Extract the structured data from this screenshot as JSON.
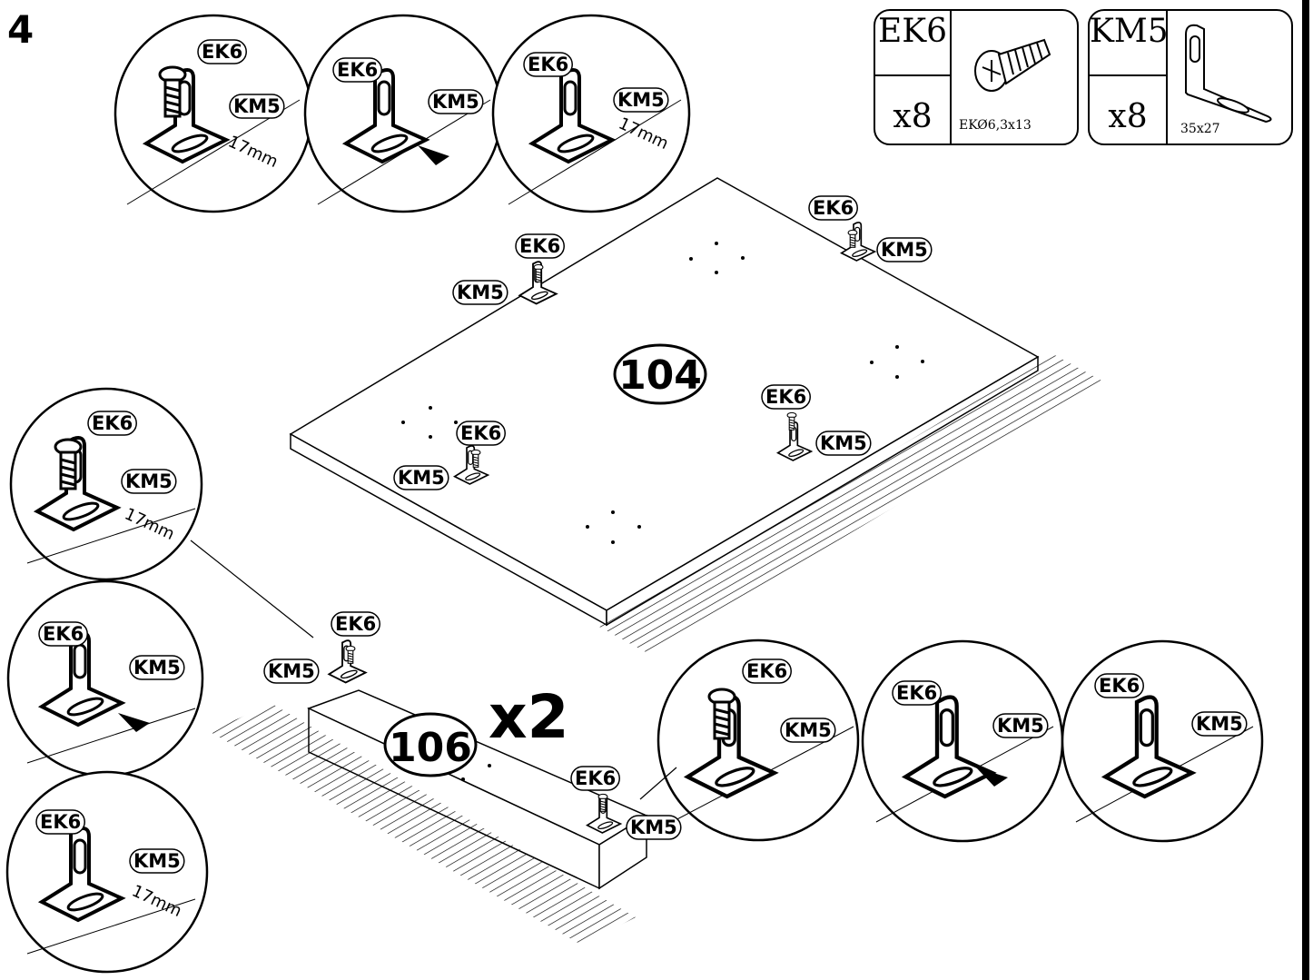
{
  "step": "4",
  "parts": [
    {
      "code": "EK6",
      "qty": "x8",
      "spec": "EKØ6,3x13",
      "icon": "screw-icon"
    },
    {
      "code": "KM5",
      "qty": "x8",
      "spec": "35x27",
      "icon": "angle-bracket-icon"
    }
  ],
  "labels": {
    "screw": "EK6",
    "bracket": "KM5",
    "distance": "17mm"
  },
  "panels": {
    "top": "104",
    "bottom": "106",
    "bottom_multiplier": "x2"
  }
}
